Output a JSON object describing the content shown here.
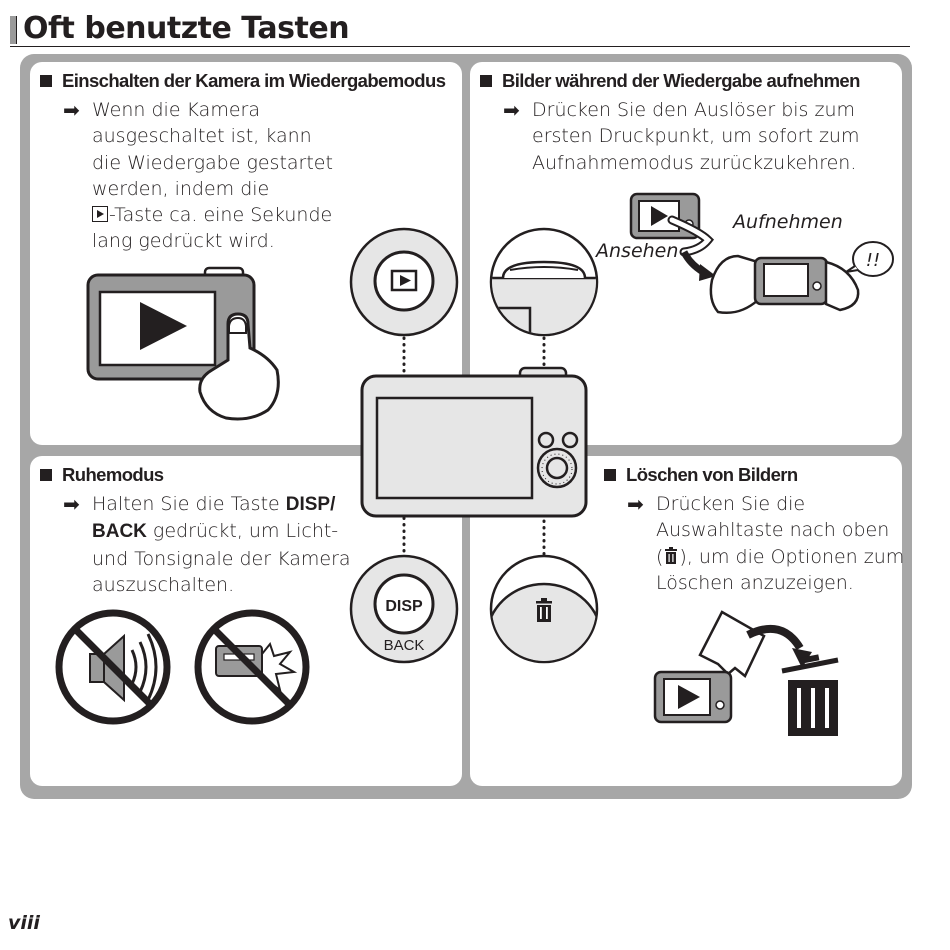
{
  "page": {
    "title": "Oft benutzte Tasten",
    "page_number": "viii"
  },
  "sections": {
    "playback_on": {
      "heading": "Einschalten der Kamera im Wiedergabemodus",
      "lines": [
        "Wenn die Kamera",
        "ausgeschaltet ist, kann",
        "die Wiedergabe gestartet",
        "werden, indem die",
        "-Taste ca. eine Sekunde",
        "lang gedrückt wird."
      ]
    },
    "shoot_during_playback": {
      "heading": "Bilder während der Wiedergabe aufnehmen",
      "lines": [
        "Drücken Sie den Auslöser bis zum",
        "ersten Druckpunkt, um sofort zum",
        "Aufnahmemodus zurückzukehren."
      ],
      "label_view": "Ansehen",
      "label_shoot": "Aufnehmen",
      "bubble_text": "!!"
    },
    "silent_mode": {
      "heading": "Ruhemodus",
      "line1_pre": "Halten Sie die Taste ",
      "line1_bold": "DISP/",
      "line2_bold": "BACK",
      "line2_post": " gedrückt, um Licht-",
      "line3": "und Tonsignale der Kamera",
      "line4": "auszuschalten."
    },
    "delete": {
      "heading": "Löschen von Bildern",
      "lines": [
        "Drücken Sie die",
        "Auswahltaste nach oben",
        "), um die Optionen zum",
        "Löschen anzuzeigen."
      ],
      "paren_open": "("
    }
  },
  "camera_buttons": {
    "disp_label": "DISP",
    "back_label": "BACK"
  },
  "icons": [
    "arrow-right-icon",
    "playback-icon",
    "trash-icon",
    "no-sound-icon",
    "no-flash-icon",
    "hand-icon"
  ],
  "colors": {
    "frame": "#a7a7a7",
    "text": "#231f20",
    "camera_body": "#e6e6e6"
  }
}
